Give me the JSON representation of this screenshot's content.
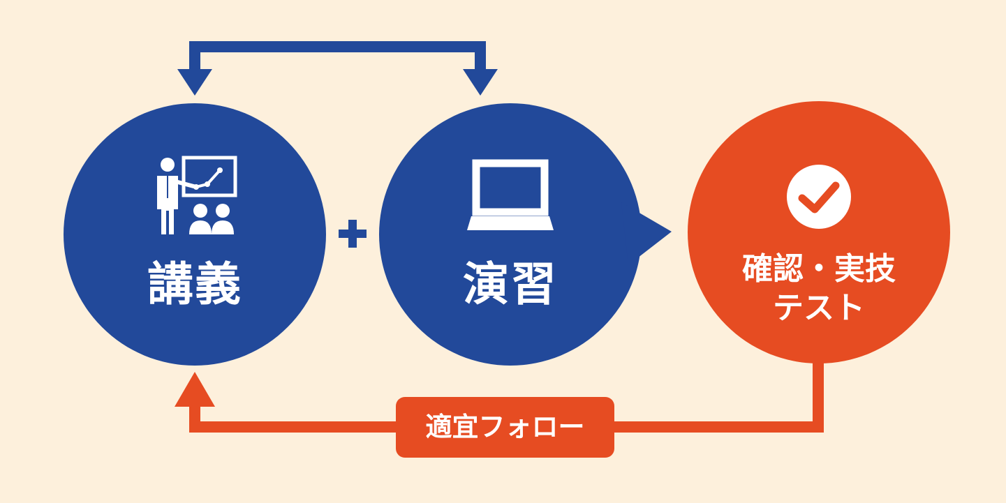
{
  "nodes": {
    "lecture": {
      "label": "講義",
      "icon": "presenter-icon"
    },
    "practice": {
      "label": "演習",
      "icon": "laptop-icon"
    },
    "test": {
      "label_line1": "確認・実技",
      "label_line2": "テスト",
      "icon": "checkmark-icon"
    }
  },
  "connectors": {
    "plus": "+",
    "follow_up_label": "適宜フォロー"
  },
  "colors": {
    "background": "#fdf0dc",
    "navy": "#22499a",
    "orange": "#e64c22",
    "white": "#ffffff"
  }
}
